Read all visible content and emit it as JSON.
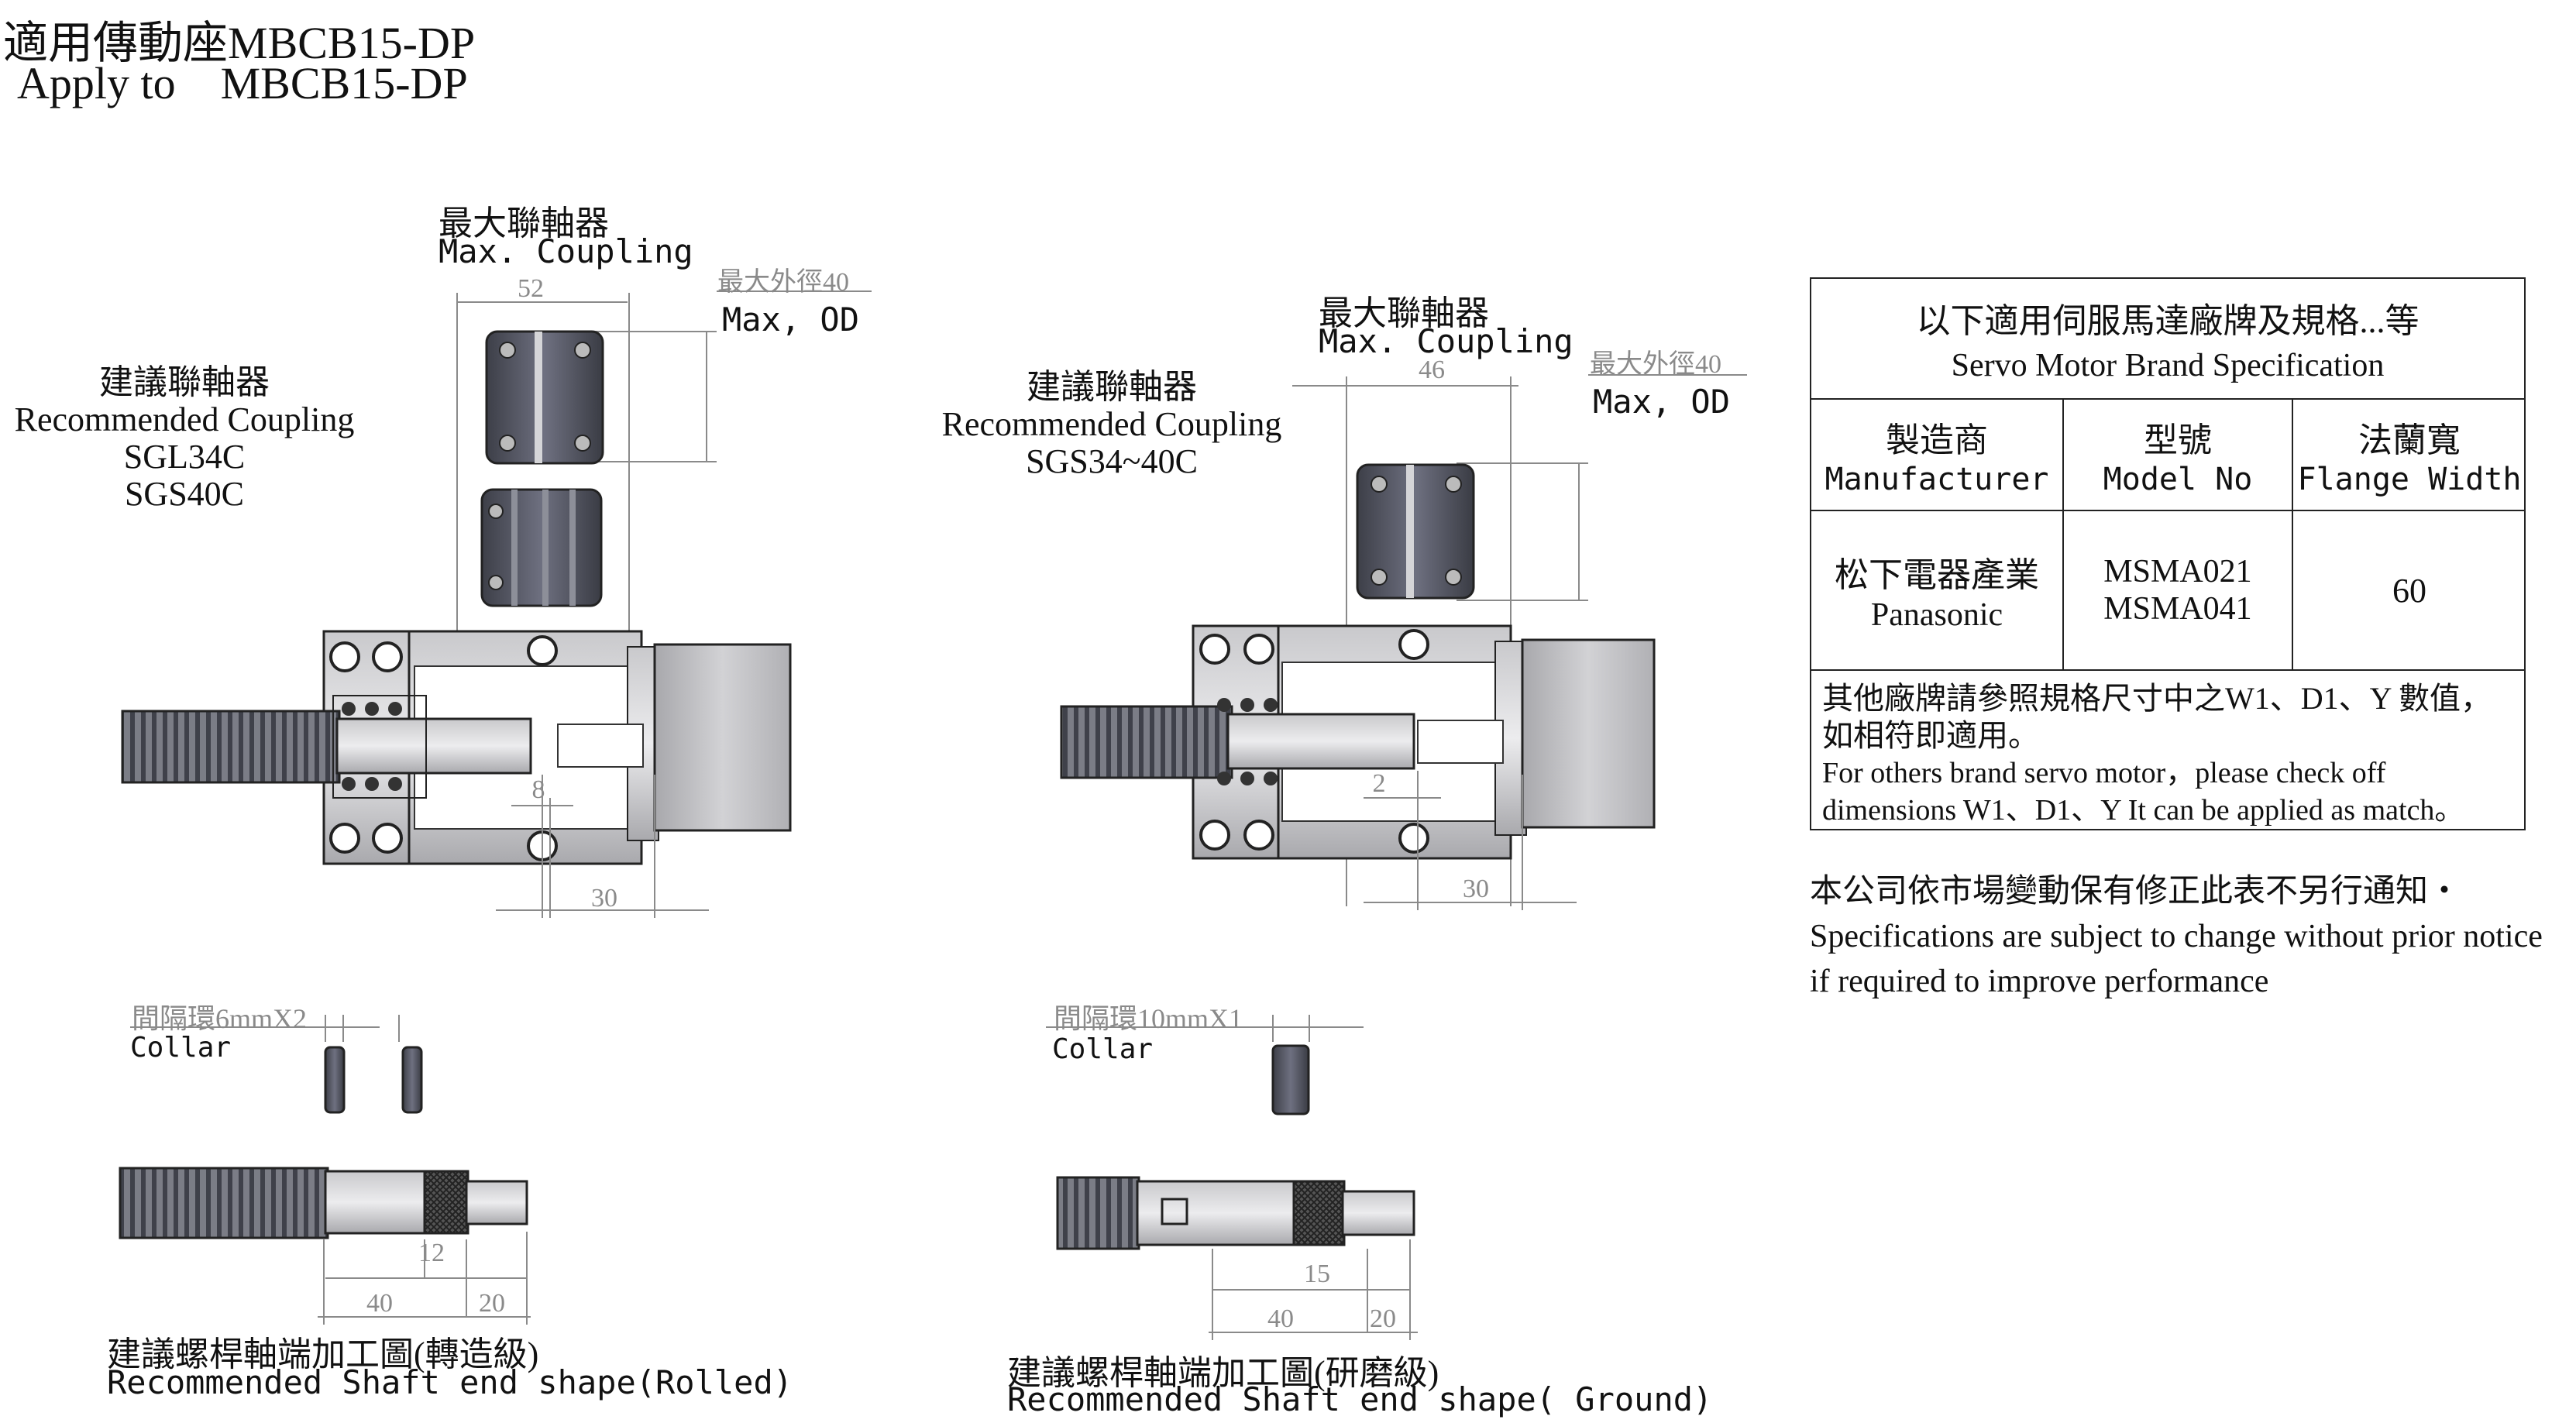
{
  "header": {
    "title_zh": "適用傳動座MBCB15-DP",
    "title_en": "Apply to    MBCB15-DP"
  },
  "left_assembly": {
    "max_coupling_zh": "最大聯軸器",
    "max_coupling_en": "Max. Coupling",
    "max_od_zh": "最大外徑40",
    "max_od_en": "Max, OD",
    "rec_coupling_zh": "建議聯軸器",
    "rec_coupling_en": "Recommended Coupling",
    "rec_model_1": "SGL34C",
    "rec_model_2": "SGS40C",
    "dim_top": "52",
    "dim_gap": "8",
    "dim_bottom": "30",
    "collar_zh": "間隔環6mmX2",
    "collar_en": "Collar",
    "shaft_dim_12": "12",
    "shaft_dim_40": "40",
    "shaft_dim_20": "20",
    "shaft_zh": "建議螺桿軸端加工圖(轉造級)",
    "shaft_en": "Recommended Shaft end shape(Rolled)"
  },
  "right_assembly": {
    "max_coupling_zh": "最大聯軸器",
    "max_coupling_en": "Max. Coupling",
    "max_od_zh": "最大外徑40",
    "max_od_en": "Max, OD",
    "rec_coupling_zh": "建議聯軸器",
    "rec_coupling_en": "Recommended Coupling",
    "rec_model": "SGS34~40C",
    "dim_top": "46",
    "dim_gap": "2",
    "dim_bottom": "30",
    "collar_zh": "間隔環10mmX1",
    "collar_en": "Collar",
    "shaft_dim_15": "15",
    "shaft_dim_40": "40",
    "shaft_dim_20": "20",
    "shaft_zh": "建議螺桿軸端加工圖(研磨級)",
    "shaft_en": "Recommended Shaft end shape( Ground)"
  },
  "spec_table": {
    "title_zh": "以下適用伺服馬達廠牌及規格...等",
    "title_en": "Servo Motor Brand Specification",
    "headers": [
      {
        "zh": "製造商",
        "en": "Manufacturer"
      },
      {
        "zh": "型號",
        "en": "Model No"
      },
      {
        "zh": "法蘭寬",
        "en": "Flange Width"
      }
    ],
    "row": {
      "maker_zh": "松下電器產業",
      "maker_en": "Panasonic",
      "model_1": "MSMA021",
      "model_2": "MSMA041",
      "flange": "60"
    },
    "note_zh_1": "其他廠牌請參照規格尺寸中之W1、D1、Y 數值，",
    "note_zh_2": "如相符即適用。",
    "note_en_1": "For others brand servo motor，please check off",
    "note_en_2": "dimensions W1、D1、Y It can be applied as match。"
  },
  "notice": {
    "zh": "本公司依市場變動保有修正此表不另行通知・",
    "en_1": "Specifications are subject to change without prior notice",
    "en_2": "if required to improve performance"
  }
}
